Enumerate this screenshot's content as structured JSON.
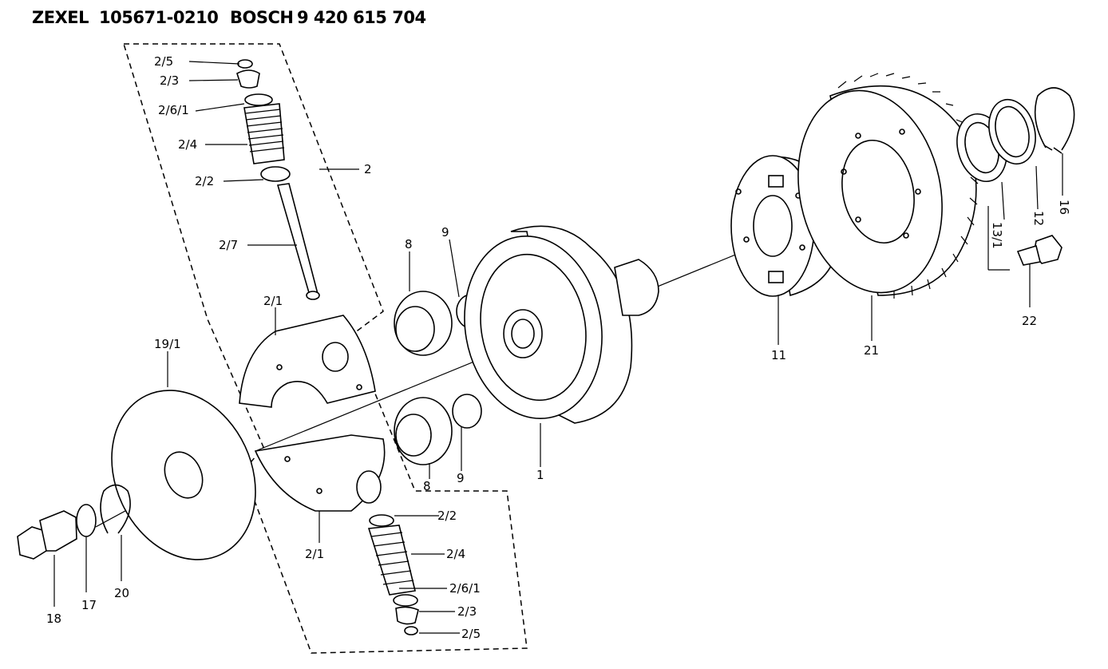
{
  "header": {
    "brand1": "ZEXEL",
    "part_no": "105671-0210",
    "brand2": "BOSCH",
    "bosch_no": "9 420 615 704"
  },
  "labels": {
    "l_2_5_top": "2/5",
    "l_2_3_top": "2/3",
    "l_2_6_1_top": "2/6/1",
    "l_2_4_top": "2/4",
    "l_2_2_top": "2/2",
    "l_2": "2",
    "l_2_7": "2/7",
    "l_2_1_top": "2/1",
    "l_8_top": "8",
    "l_9_top": "9",
    "l_19_1": "19/1",
    "l_2_1_bot": "2/1",
    "l_8_bot": "8",
    "l_9_bot": "9",
    "l_1": "1",
    "l_2_2_bot": "2/2",
    "l_2_4_bot": "2/4",
    "l_2_6_1_bot": "2/6/1",
    "l_2_3_bot": "2/3",
    "l_2_5_bot": "2/5",
    "l_18": "18",
    "l_17": "17",
    "l_20": "20",
    "l_11": "11",
    "l_21": "21",
    "l_13_1": "13/1",
    "l_12": "12",
    "l_16": "16",
    "l_22": "22"
  }
}
